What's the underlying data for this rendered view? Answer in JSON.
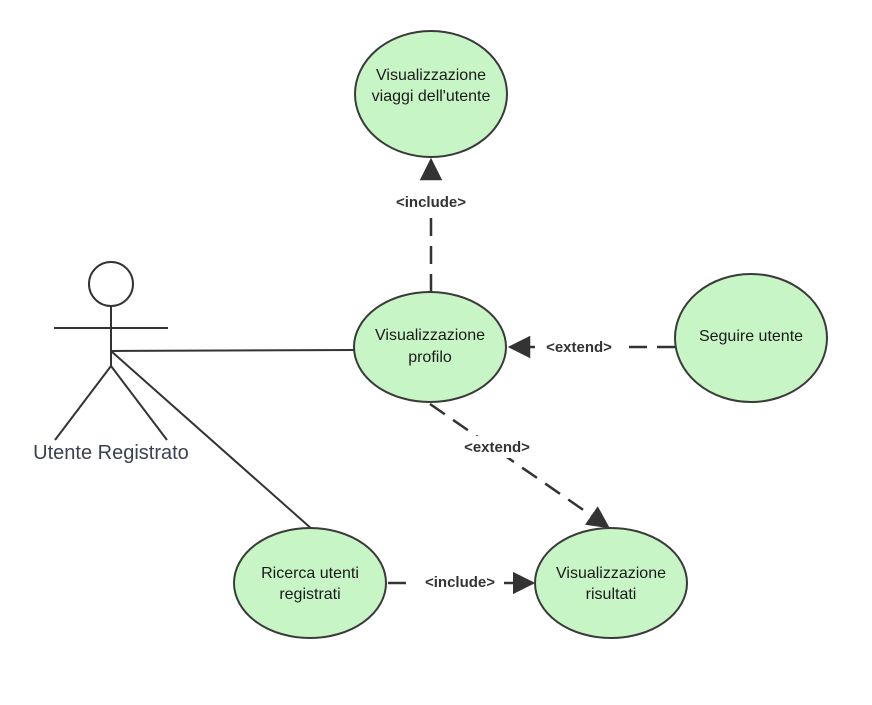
{
  "actor": {
    "name": "Utente Registrato"
  },
  "use_cases": {
    "viaggi": {
      "line1": "Visualizzazione",
      "line2": "viaggi dell'utente"
    },
    "profilo": {
      "line1": "Visualizzazione",
      "line2": "profilo"
    },
    "seguire": {
      "line1": "Seguire utente"
    },
    "ricerca": {
      "line1": "Ricerca utenti",
      "line2": "registrati"
    },
    "risultati": {
      "line1": "Visualizzazione",
      "line2": "risultati"
    }
  },
  "relations": {
    "profilo_viaggi": "<include>",
    "seguire_profilo": "<extend>",
    "profilo_risultati": "<extend>",
    "ricerca_risultati": "<include>"
  },
  "colors": {
    "use_case_fill": "#c7f5c5",
    "outline": "#3a3a3a",
    "actor_text": "#3a4150"
  }
}
